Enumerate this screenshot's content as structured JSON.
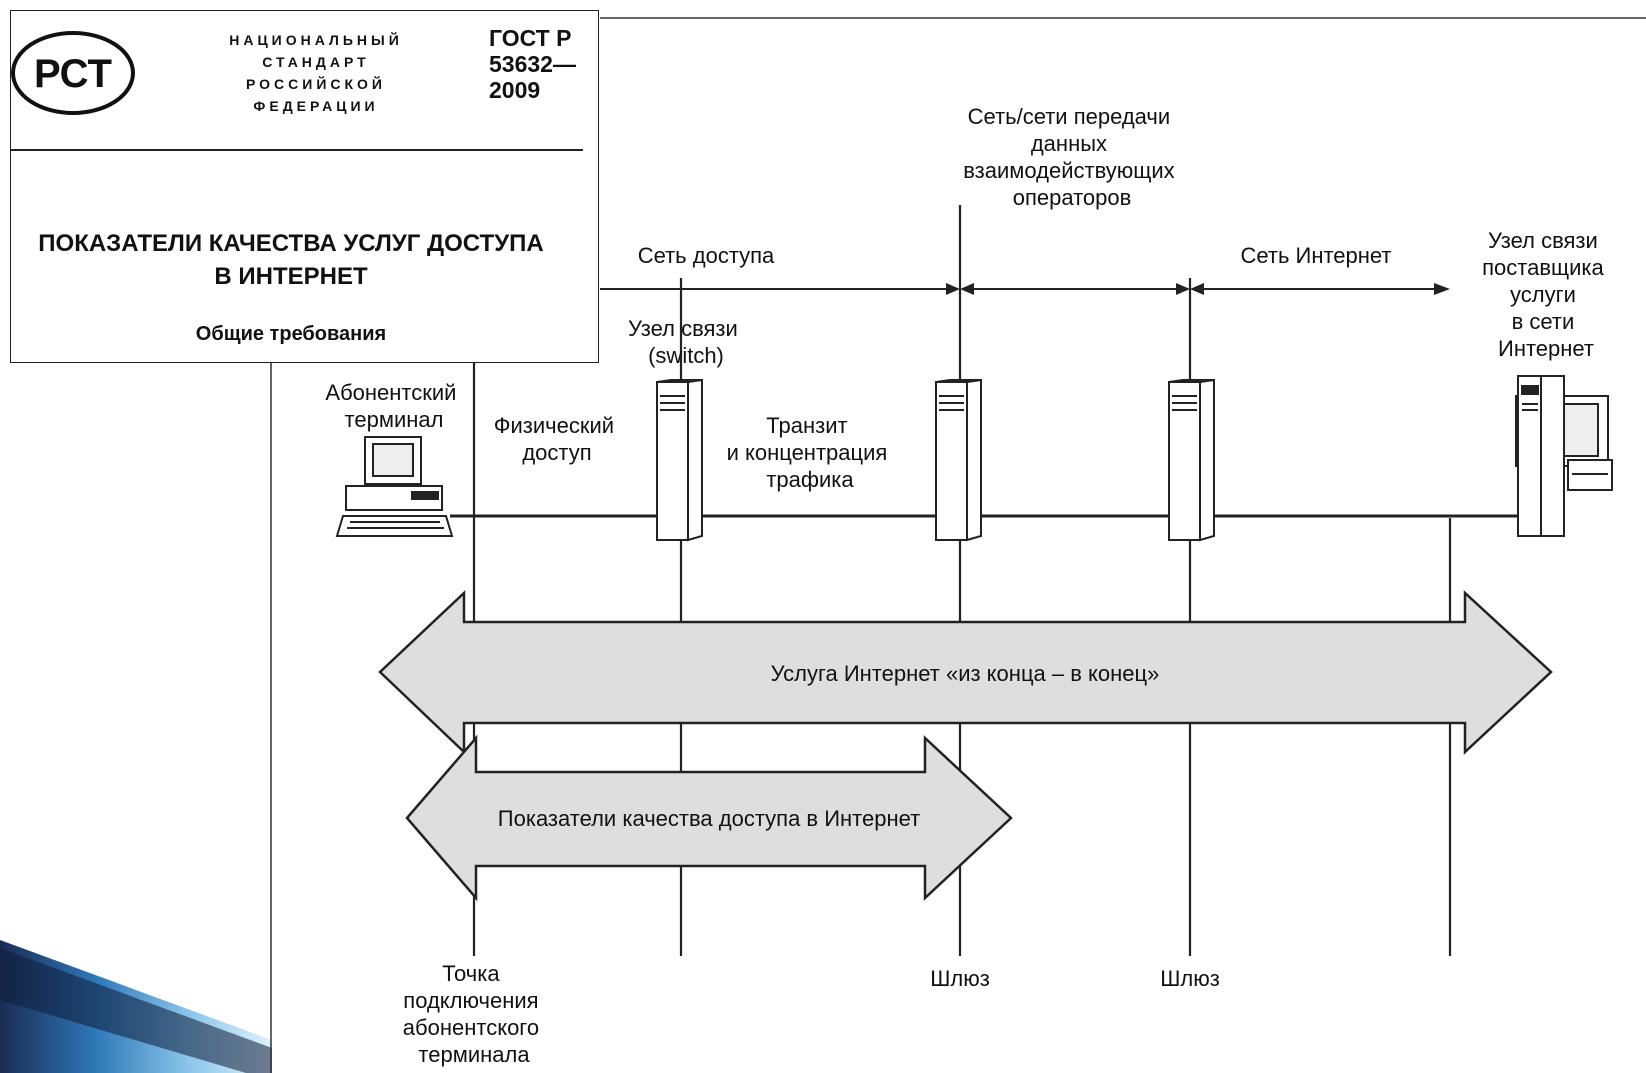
{
  "gost": {
    "logo_text": "РСТ",
    "standard_lines": [
      "НАЦИОНАЛЬНЫЙ",
      "СТАНДАРТ",
      "РОССИЙСКОЙ",
      "ФЕДЕРАЦИИ"
    ],
    "number_lines": [
      "ГОСТ Р",
      "53632—",
      "2009"
    ],
    "title_lines": [
      "ПОКАЗАТЕЛИ КАЧЕСТВА УСЛУГ ДОСТУПА",
      "В ИНТЕРНЕТ"
    ],
    "subtitle": "Общие требования"
  },
  "diagram": {
    "operators_network": [
      "Сеть/сети передачи",
      "данных",
      "взаимодействующих",
      "операторов"
    ],
    "access_network": "Сеть доступа",
    "internet_network": "Сеть Интернет",
    "provider_node": [
      "Узел связи",
      "поставщика",
      "услуги",
      "в сети",
      "Интернет"
    ],
    "switch_node": [
      "Узел связи",
      "(switch)"
    ],
    "subscriber_terminal": [
      "Абонентский",
      "терминал"
    ],
    "physical_access": [
      "Физический",
      "доступ"
    ],
    "transit": [
      "Транзит",
      "и концентрация",
      "трафика"
    ],
    "end_to_end": "Услуга Интернет «из конца – в конец»",
    "access_quality": "Показатели качества доступа в Интернет",
    "connection_point": [
      "Точка",
      "подключения",
      "абонентского",
      "терминала"
    ],
    "gateway_1": "Шлюз",
    "gateway_2": "Шлюз"
  },
  "colors": {
    "arrow_fill": "#dedede",
    "line": "#222222",
    "accent_dark": "#1a2c55",
    "accent_mid": "#2e78b8",
    "accent_light": "#8cc7ea"
  }
}
